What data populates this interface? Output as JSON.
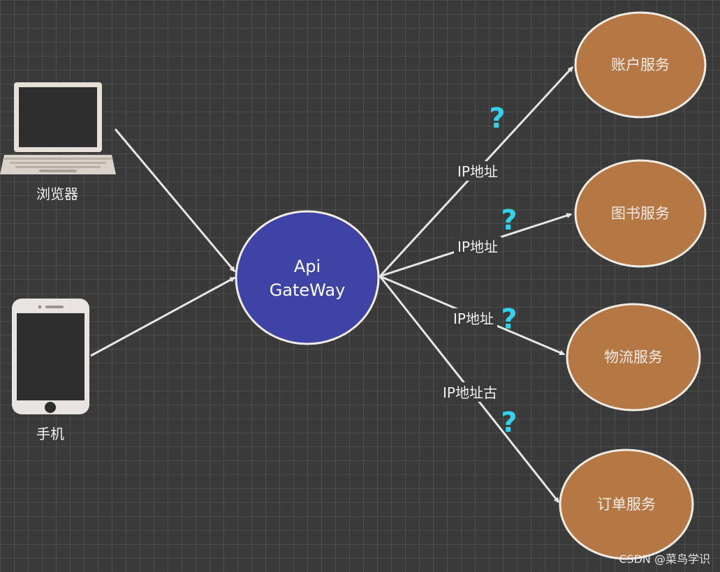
{
  "devices": {
    "browser_label": "浏览器",
    "phone_label": "手机"
  },
  "gateway": {
    "line1": "Api",
    "line2": "GateWay"
  },
  "services": {
    "account": "账户服务",
    "books": "图书服务",
    "logistics": "物流服务",
    "orders": "订单服务"
  },
  "edges": {
    "to_account": "IP地址",
    "to_books": "IP地址",
    "to_logistics": "IP地址",
    "to_orders": "IP地址古"
  },
  "question_mark": "?",
  "watermark": "CSDN @菜鸟学识",
  "colors": {
    "background": "#3a3a3a",
    "gateway_fill": "#3f43a5",
    "service_fill": "#b57744",
    "question_mark": "#35d0ee",
    "arrow": "#e6e6e6"
  }
}
